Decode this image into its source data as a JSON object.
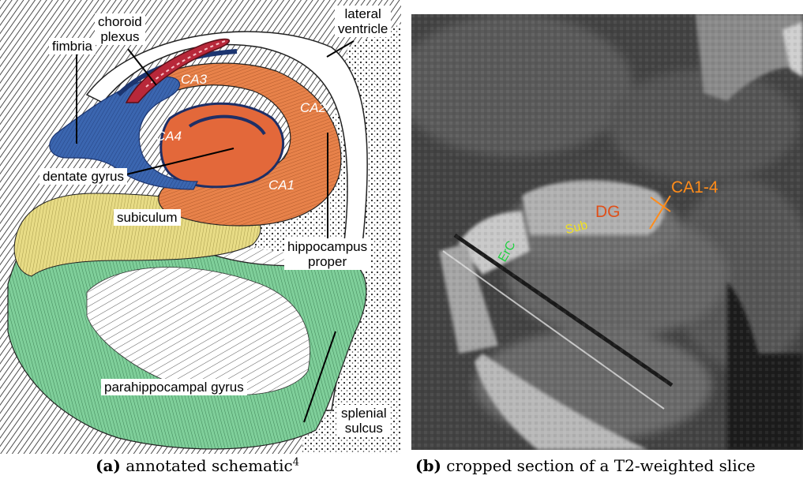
{
  "figure": {
    "panel_a": {
      "labels": {
        "choroid_plexus_l1": "choroid",
        "choroid_plexus_l2": "plexus",
        "lateral_ventricle_l1": "lateral",
        "lateral_ventricle_l2": "ventricle",
        "fimbria": "fimbria",
        "dentate_gyrus": "dentate gyrus",
        "subiculum": "subiculum",
        "hippocampus_proper_l1": "hippocampus",
        "hippocampus_proper_l2": "proper",
        "parahippocampal_gyrus": "parahippocampal gyrus",
        "splenial_sulcus_l1": "splenial",
        "splenial_sulcus_l2": "sulcus",
        "ca1": "CA1",
        "ca2": "CA2",
        "ca3": "CA3",
        "ca4": "CA4"
      },
      "colors": {
        "fimbria": "#3b66b0",
        "ca_region": "#e8824a",
        "dentate": "#e3683a",
        "subiculum": "#e8dc86",
        "parahippocampal": "#7fcf9a",
        "choroid": "#b8283a"
      }
    },
    "panel_b": {
      "labels": {
        "ca1_4": "CA1-4",
        "dg": "DG",
        "sub": "Sub",
        "erc": "ErC"
      },
      "colors": {
        "ca1_4": "#ff8c1a",
        "dg": "#e0501a",
        "sub": "#f0e020",
        "erc": "#20d040"
      }
    },
    "captions": {
      "a_tag": "(a)",
      "a_text": "annotated schematic",
      "a_sup": "4",
      "b_tag": "(b)",
      "b_text": "cropped section of a T2-weighted slice"
    }
  }
}
